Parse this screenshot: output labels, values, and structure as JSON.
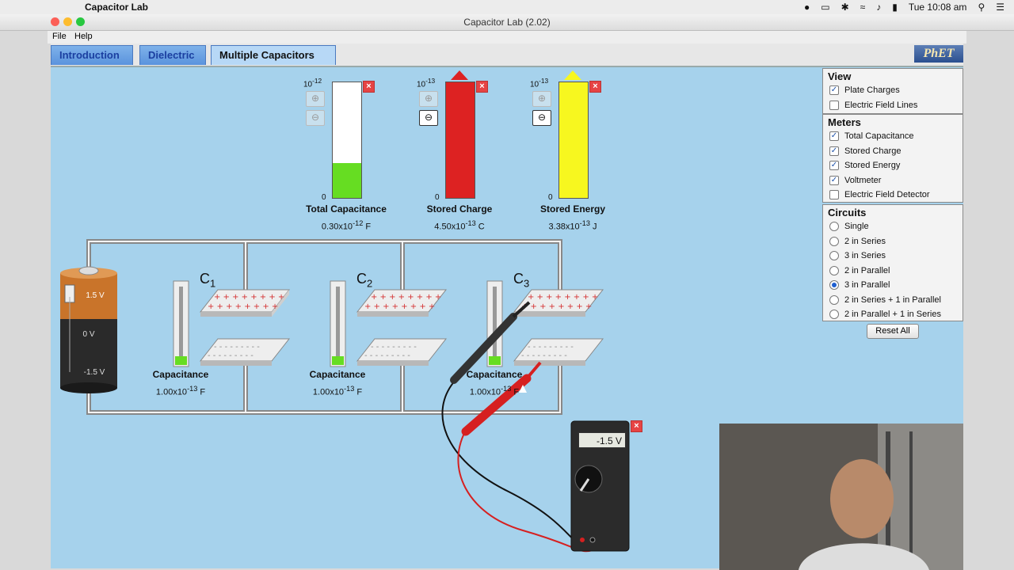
{
  "os_menubar": {
    "app_name": "Capacitor Lab",
    "clock": "Tue 10:08 am"
  },
  "window": {
    "title": "Capacitor Lab (2.02)"
  },
  "menu": {
    "file": "File",
    "help": "Help"
  },
  "tabs": [
    {
      "label": "Introduction",
      "active": false
    },
    {
      "label": "Dielectric",
      "active": false
    },
    {
      "label": "Multiple Capacitors",
      "active": true
    }
  ],
  "logo_text": "PhET",
  "meters": {
    "total_capacitance": {
      "label": "Total Capacitance",
      "value": "0.30x10",
      "exp": "-12",
      "unit": "F",
      "scale_exp": "-12",
      "zero": "0",
      "fill_fraction": 0.3,
      "color": "#66dd22"
    },
    "stored_charge": {
      "label": "Stored Charge",
      "value": "4.50x10",
      "exp": "-13",
      "unit": "C",
      "scale_exp": "-13",
      "zero": "0",
      "fill_fraction": 1.0,
      "color": "#dd2222"
    },
    "stored_energy": {
      "label": "Stored Energy",
      "value": "3.38x10",
      "exp": "-13",
      "unit": "J",
      "scale_exp": "-13",
      "zero": "0",
      "fill_fraction": 1.0,
      "color": "#f7f71f"
    }
  },
  "battery": {
    "top": "1.5 V",
    "mid": "0 V",
    "bottom": "-1.5 V"
  },
  "capacitors": [
    {
      "name": "C",
      "sub": "1",
      "label": "Capacitance",
      "value": "1.00x10",
      "exp": "-13",
      "unit": "F"
    },
    {
      "name": "C",
      "sub": "2",
      "label": "Capacitance",
      "value": "1.00x10",
      "exp": "-13",
      "unit": "F"
    },
    {
      "name": "C",
      "sub": "3",
      "label": "Capacitance",
      "value": "1.00x10",
      "exp": "-13",
      "unit": "F"
    }
  ],
  "voltmeter": {
    "reading": "-1.5 V"
  },
  "panels": {
    "view": {
      "title": "View",
      "items": [
        {
          "label": "Plate Charges",
          "checked": true
        },
        {
          "label": "Electric Field Lines",
          "checked": false
        }
      ]
    },
    "meters": {
      "title": "Meters",
      "items": [
        {
          "label": "Total Capacitance",
          "checked": true
        },
        {
          "label": "Stored Charge",
          "checked": true
        },
        {
          "label": "Stored Energy",
          "checked": true
        },
        {
          "label": "Voltmeter",
          "checked": true
        },
        {
          "label": "Electric Field Detector",
          "checked": false
        }
      ]
    },
    "circuits": {
      "title": "Circuits",
      "items": [
        {
          "label": "Single",
          "selected": false
        },
        {
          "label": "2 in Series",
          "selected": false
        },
        {
          "label": "3 in Series",
          "selected": false
        },
        {
          "label": "2 in Parallel",
          "selected": false
        },
        {
          "label": "3 in Parallel",
          "selected": true
        },
        {
          "label": "2 in Series + 1 in Parallel",
          "selected": false
        },
        {
          "label": "2 in Parallel + 1 in Series",
          "selected": false
        }
      ]
    }
  },
  "reset_label": "Reset All"
}
